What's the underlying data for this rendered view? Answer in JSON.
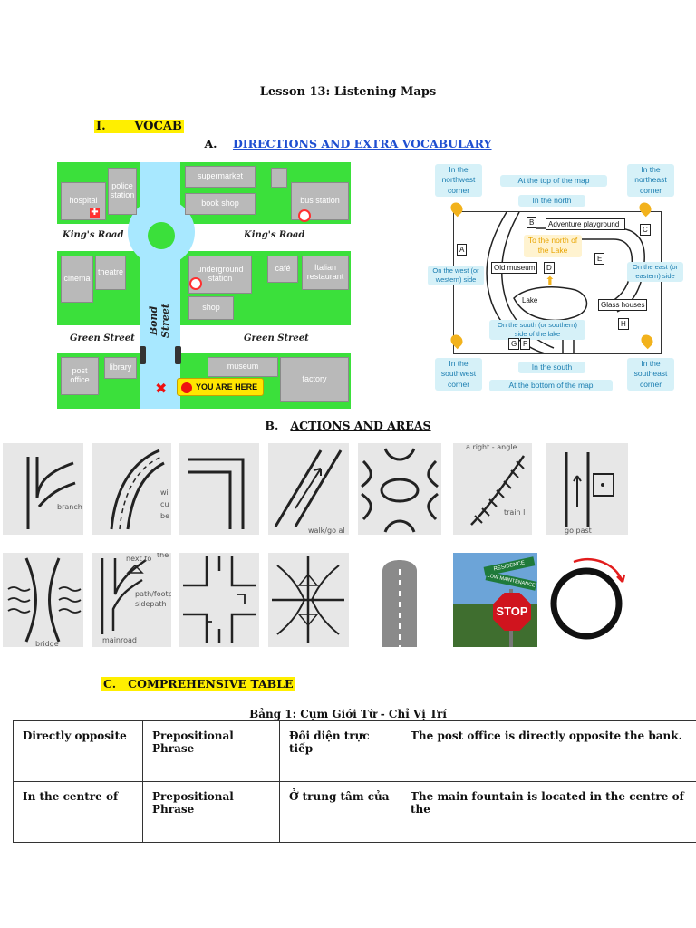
{
  "title": "Lesson 13: Listening Maps",
  "section_i": {
    "num": "I.",
    "label": "VOCAB"
  },
  "section_a": {
    "num": "A.",
    "label": "DIRECTIONS AND EXTRA VOCABULARY"
  },
  "section_b": {
    "num": "B.",
    "label": "ACTIONS AND AREAS"
  },
  "section_c": {
    "num": "C.",
    "label": "COMPREHENSIVE TABLE"
  },
  "map1": {
    "buildings": {
      "hospital": "hospital",
      "police": "police station",
      "supermarket": "supermarket",
      "bookshop": "book shop",
      "busstation": "bus station",
      "cinema": "cinema",
      "theatre": "theatre",
      "underground": "underground station",
      "cafe": "café",
      "italian": "Italian restaurant",
      "shop": "shop",
      "post": "post office",
      "library": "library",
      "museum": "museum",
      "factory": "factory"
    },
    "roads": {
      "kings_left": "King's Road",
      "kings_right": "King's Road",
      "bond": "Bond Street",
      "green_left": "Green Street",
      "green_right": "Green Street"
    },
    "you_are_here": "You Are Here"
  },
  "map2": {
    "nw": "In the northwest corner",
    "ne": "In the northeast corner",
    "sw": "In the southwest corner",
    "se": "In the southeast corner",
    "top": "At the top of the map",
    "north": "In the north",
    "south": "In the south",
    "bottom": "At the bottom of the map",
    "west": "On the west (or western) side",
    "east": "On the east (or eastern) side",
    "north_lake": "To the north of the Lake",
    "south_lake": "On the south (or southern) side of the lake",
    "adventure": "Adventure playground",
    "old_museum": "Old museum",
    "lake": "Lake",
    "glass": "Glass houses",
    "letters": {
      "a": "A",
      "b": "B",
      "c": "C",
      "d": "D",
      "e": "E",
      "f": "F",
      "g": "G",
      "h": "H"
    }
  },
  "thumbs": {
    "branch": "branch",
    "curve": "wi cu be",
    "walk": "walk/go al",
    "angle": "a right - angle",
    "train": "train l",
    "go": "go past",
    "bridge": "bridge",
    "next": "next to",
    "the": "the",
    "path": "path/footp sidepath",
    "main": "mainroad",
    "sign1": "RESIDENCE",
    "sign2": "LOW MAINTENANCE",
    "stop": "STOP"
  },
  "table": {
    "caption": "Bảng 1: Cụm Giới Từ - Chỉ Vị Trí",
    "rows": [
      [
        "Directly opposite",
        "Prepositional Phrase",
        "Đối diện trực tiếp",
        "The post office is directly opposite the bank."
      ],
      [
        "In the centre of",
        "Prepositional Phrase",
        "Ở trung tâm của",
        "The main fountain is located in the centre of the"
      ]
    ]
  }
}
